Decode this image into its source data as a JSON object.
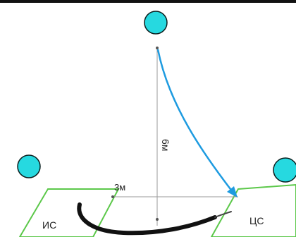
{
  "labels": {
    "left_zone": "ИС",
    "right_zone": "ЦС",
    "horizontal_distance": "3м",
    "vertical_distance": "6м"
  },
  "colors": {
    "circle_fill": "#26d9e0",
    "circle_stroke": "#0b1e1e",
    "zone_outline": "#5cc84a",
    "trajectory_arrow": "#1e9be0",
    "dimension_line": "#9a9a9a",
    "ground_path": "#111111",
    "top_rule": "#111111"
  },
  "icons": {
    "circle_marker": "cyan-circle-icon",
    "arrow_head": "arrowhead-icon"
  }
}
